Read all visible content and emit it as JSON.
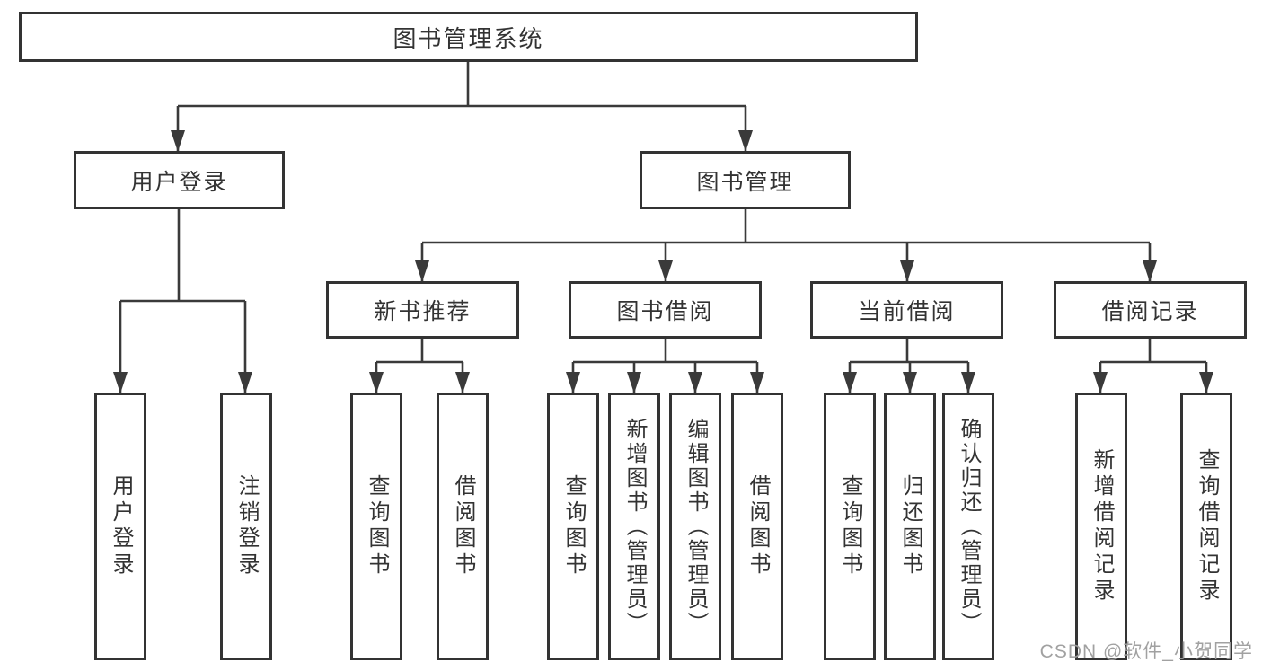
{
  "tree": {
    "label": "图书管理系统",
    "children": [
      {
        "label": "用户登录",
        "children": [
          {
            "label": "用户登录"
          },
          {
            "label": "注销登录"
          }
        ]
      },
      {
        "label": "图书管理",
        "children": [
          {
            "label": "新书推荐",
            "children": [
              {
                "label": "查询图书"
              },
              {
                "label": "借阅图书"
              }
            ]
          },
          {
            "label": "图书借阅",
            "children": [
              {
                "label": "查询图书"
              },
              {
                "label": "新增图书（管理员）"
              },
              {
                "label": "编辑图书（管理员）"
              },
              {
                "label": "借阅图书"
              }
            ]
          },
          {
            "label": "当前借阅",
            "children": [
              {
                "label": "查询图书"
              },
              {
                "label": "归还图书"
              },
              {
                "label": "确认归还（管理员）"
              }
            ]
          },
          {
            "label": "借阅记录",
            "children": [
              {
                "label": "新增借阅记录"
              },
              {
                "label": "查询借阅记录"
              }
            ]
          }
        ]
      }
    ]
  },
  "watermark": {
    "text": "CSDN @软件_小贺同学"
  },
  "colors": {
    "line": "#3a3a3a",
    "box_border": "#333333",
    "text": "#333333",
    "watermark": "#9d9d9d",
    "background": "#ffffff"
  }
}
